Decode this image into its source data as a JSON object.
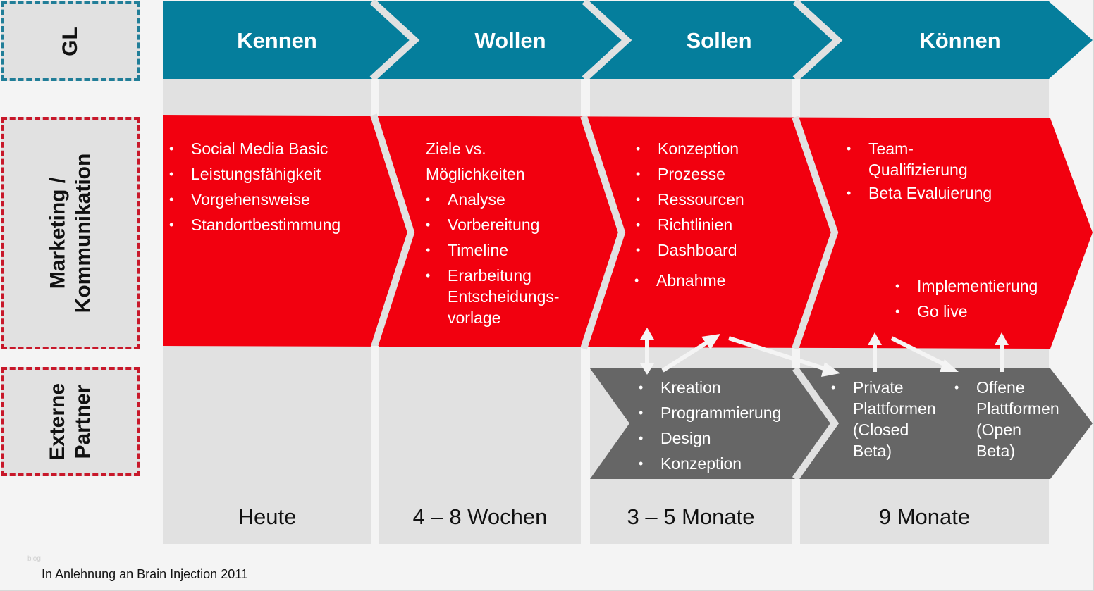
{
  "colors": {
    "background": "#f4f4f4",
    "panel_gray": "#e1e1e1",
    "stage_header": "#057e9c",
    "marketing_red": "#f2000f",
    "partner_gray": "#666666",
    "gl_border": "#217e98",
    "row_border_red": "#c8182a",
    "text_light": "#ffffff",
    "text_dark": "#111111"
  },
  "row_labels": {
    "gl": "GL",
    "marketing_line1": "Marketing /",
    "marketing_line2": "Kommunikation",
    "partner_line1": "Externe",
    "partner_line2": "Partner"
  },
  "stages": [
    {
      "title": "Kennen",
      "timeframe": "Heute"
    },
    {
      "title": "Wollen",
      "timeframe": "4 – 8 Wochen"
    },
    {
      "title": "Sollen",
      "timeframe": "3 – 5 Monate"
    },
    {
      "title": "Können",
      "timeframe": "9 Monate"
    }
  ],
  "marketing": {
    "kennen": [
      "Social Media Basic",
      "Leistungsfähigkeit",
      "Vorgehensweise",
      "Standortbestimmung"
    ],
    "wollen": {
      "intro_line1": "Ziele vs.",
      "intro_line2": "Möglichkeiten",
      "items": [
        "Analyse",
        "Vorbereitung",
        "Timeline"
      ],
      "last_item_line1": "Erarbeitung",
      "last_item_line2": "Entscheidungs-",
      "last_item_line3": "vorlage"
    },
    "sollen": [
      "Konzeption",
      "Prozesse",
      "Ressourcen",
      "Richtlinien",
      "Dashboard",
      "Abnahme"
    ],
    "koennen": {
      "first_line1": "Team-",
      "first_line2": "Qualifizierung",
      "second": "Beta Evaluierung",
      "lower": [
        "Implementierung",
        "Go live"
      ]
    }
  },
  "partner": {
    "sollen": [
      "Kreation",
      "Programmierung",
      "Design",
      "Konzeption"
    ],
    "koennen_private": [
      "Private",
      "Plattformen",
      "(Closed",
      "Beta)"
    ],
    "koennen_open": [
      "Offene",
      "Plattformen",
      "(Open",
      "Beta)"
    ]
  },
  "footer": {
    "credit": "In Anlehnung an Brain Injection 2011",
    "watermark": "blog"
  }
}
